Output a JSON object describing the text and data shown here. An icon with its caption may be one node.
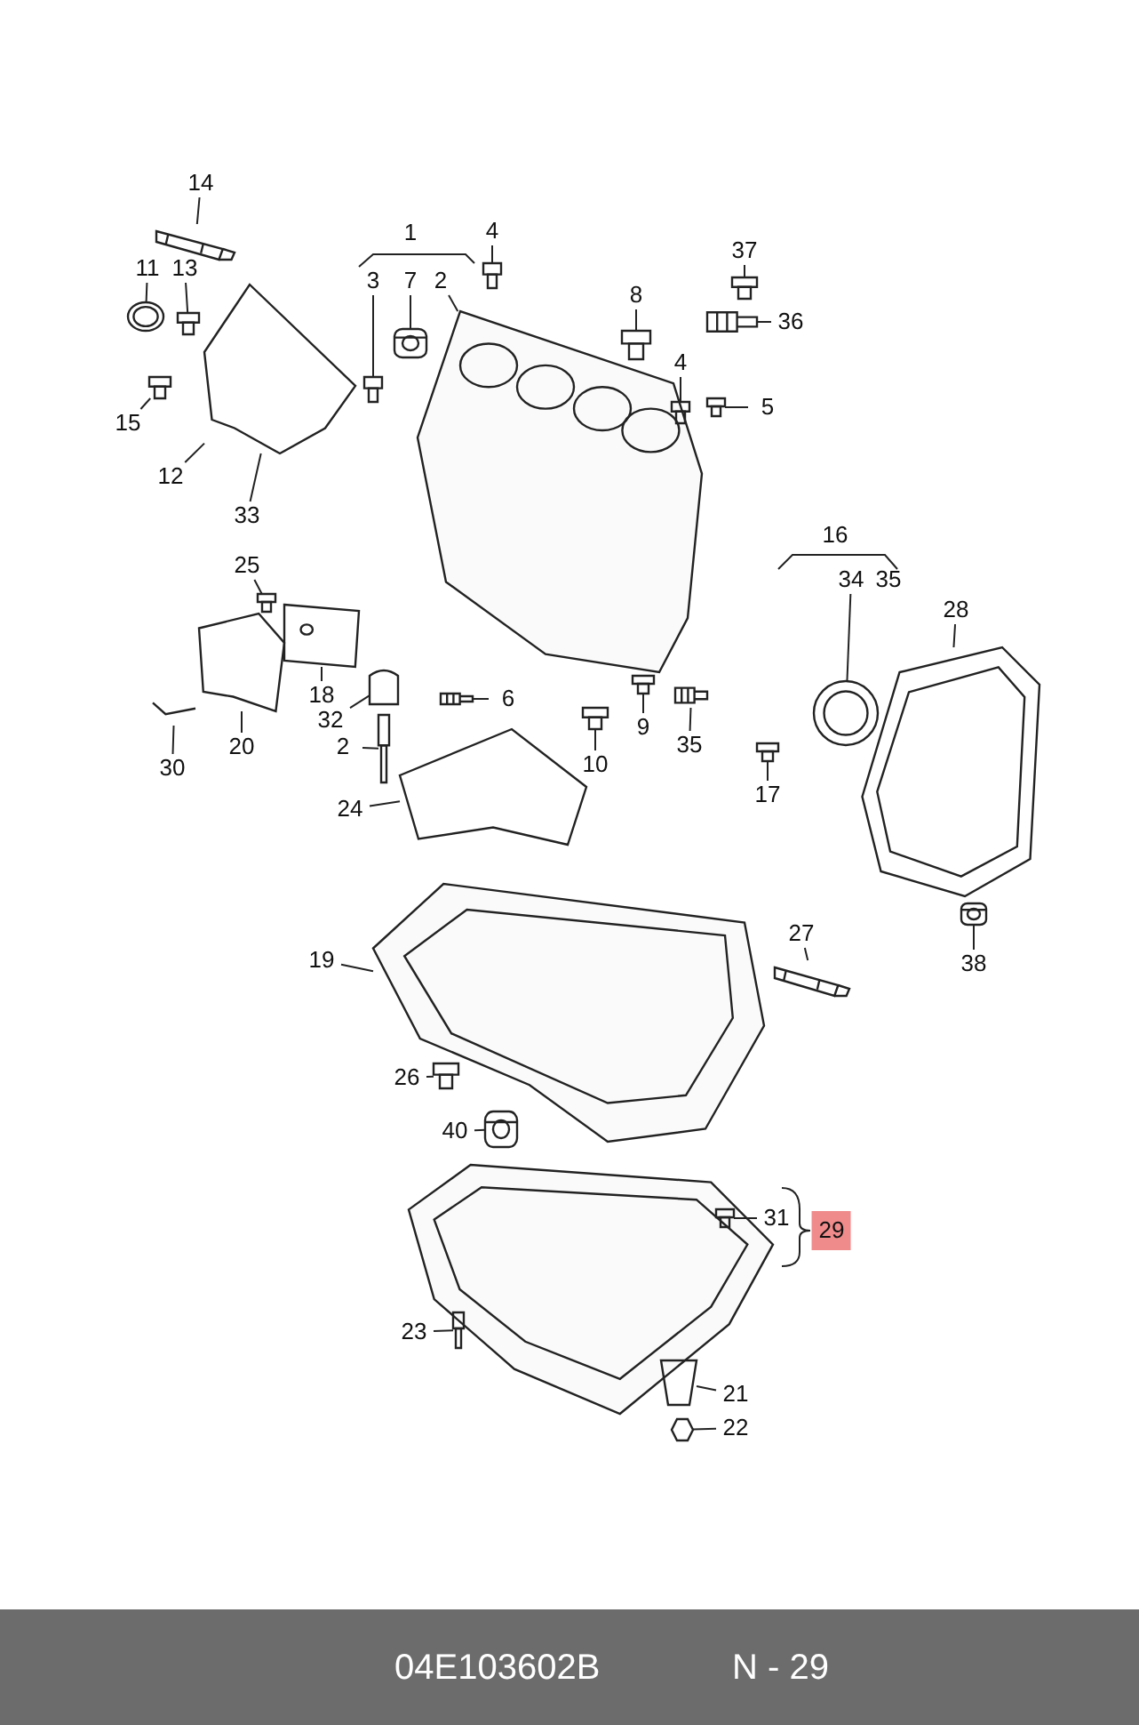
{
  "diagram": {
    "nodes": [
      {
        "text": [
          "14"
        ]
      },
      {
        "text": [
          "4"
        ]
      },
      {
        "text": [
          "3"
        ]
      },
      {
        "text": [
          "7"
        ]
      },
      {
        "text": [
          "2"
        ]
      },
      {
        "text": [
          "11"
        ]
      },
      {
        "text": [
          "13"
        ]
      },
      {
        "text": [
          "37"
        ]
      },
      {
        "text": [
          "8"
        ]
      },
      {
        "text": [
          "36"
        ]
      },
      {
        "text": [
          "4"
        ]
      },
      {
        "text": [
          "5"
        ]
      },
      {
        "text": [
          "15"
        ]
      },
      {
        "text": [
          "12"
        ]
      },
      {
        "text": [
          "33"
        ]
      },
      {
        "text": [
          "34"
        ]
      },
      {
        "text": [
          "28"
        ]
      },
      {
        "text": [
          "25"
        ]
      },
      {
        "text": [
          "18"
        ]
      },
      {
        "text": [
          "6"
        ]
      },
      {
        "text": [
          "32"
        ]
      },
      {
        "text": [
          "9"
        ]
      },
      {
        "text": [
          "35"
        ]
      },
      {
        "text": [
          "2"
        ]
      },
      {
        "text": [
          "20"
        ]
      },
      {
        "text": [
          "30"
        ]
      },
      {
        "text": [
          "10"
        ]
      },
      {
        "text": [
          "17"
        ]
      },
      {
        "text": [
          "24"
        ]
      },
      {
        "text": [
          "38"
        ]
      },
      {
        "text": [
          "19"
        ]
      },
      {
        "text": [
          "27"
        ]
      },
      {
        "text": [
          "26"
        ]
      },
      {
        "text": [
          "40"
        ]
      },
      {
        "text": [
          "31"
        ]
      },
      {
        "text": [
          "23"
        ]
      },
      {
        "text": [
          "21"
        ]
      },
      {
        "text": [
          "22"
        ]
      },
      {
        "text": [],
        "shape": "picture"
      },
      {
        "text": [],
        "shape": "picture"
      },
      {
        "text": [],
        "shape": "picture"
      },
      {
        "text": [],
        "shape": "picture"
      },
      {
        "text": [],
        "shape": "picture"
      },
      {
        "text": [],
        "shape": "picture"
      },
      {
        "text": [],
        "shape": "picture"
      },
      {
        "text": [],
        "shape": "picture"
      },
      {
        "text": [],
        "shape": "picture",
        "in": 42
      },
      {
        "text": [],
        "shape": "picture"
      },
      {
        "text": [],
        "shape": "picture",
        "in": 42
      },
      {
        "text": [],
        "shape": "picture"
      },
      {
        "text": [],
        "shape": "picture"
      },
      {
        "text": [],
        "shape": "picture"
      },
      {
        "text": [],
        "shape": "picture"
      },
      {
        "text": [],
        "shape": "picture"
      },
      {
        "text": [],
        "shape": "picture"
      },
      {
        "text": [],
        "shape": "picture"
      },
      {
        "text": [],
        "shape": "picture"
      },
      {
        "text": [],
        "shape": "picture"
      },
      {
        "text": [],
        "shape": "picture"
      },
      {
        "text": [],
        "shape": "picture"
      },
      {
        "text": [],
        "shape": "picture"
      },
      {
        "text": [],
        "shape": "picture"
      },
      {
        "text": [],
        "shape": "picture"
      },
      {
        "text": [],
        "shape": "picture"
      },
      {
        "text": [],
        "shape": "picture"
      },
      {
        "text": [],
        "shape": "picture"
      },
      {
        "text": [],
        "shape": "picture"
      },
      {
        "text": [],
        "shape": "picture"
      },
      {
        "text": [],
        "shape": "picture"
      },
      {
        "text": [],
        "shape": "picture",
        "in": 67
      },
      {
        "text": [],
        "shape": "picture",
        "in": 67
      },
      {
        "text": [],
        "shape": "picture"
      },
      {
        "text": [],
        "shape": "picture",
        "in": 71
      },
      {
        "text": [],
        "shape": "picture",
        "in": 71
      },
      {
        "text": [],
        "shape": "picture",
        "in": 71
      },
      {
        "text": [],
        "shape": "picture"
      }
    ],
    "edges": [
      {
        "from": 0,
        "to": 38,
        "arrow": "none"
      },
      {
        "from": 1,
        "to": 39,
        "arrow": "none"
      },
      {
        "from": 2,
        "to": 40,
        "arrow": "none"
      },
      {
        "from": 3,
        "to": 41,
        "arrow": "none"
      },
      {
        "from": 4,
        "to": 42,
        "arrow": "none"
      },
      {
        "from": 5,
        "to": 43,
        "arrow": "none"
      },
      {
        "from": 6,
        "to": 44,
        "arrow": "none"
      },
      {
        "from": 7,
        "to": 45,
        "arrow": "none"
      },
      {
        "from": 8,
        "to": 46,
        "arrow": "none"
      },
      {
        "from": 9,
        "to": 47,
        "arrow": "none"
      },
      {
        "from": 10,
        "to": 48,
        "arrow": "none"
      },
      {
        "from": 11,
        "to": 49,
        "arrow": "none"
      },
      {
        "from": 12,
        "to": 50,
        "arrow": "none"
      },
      {
        "from": 13,
        "to": 51,
        "arrow": "none"
      },
      {
        "from": 14,
        "to": 51,
        "arrow": "none"
      },
      {
        "from": 15,
        "to": 52,
        "arrow": "none"
      },
      {
        "from": 16,
        "to": 53,
        "arrow": "none"
      },
      {
        "from": 17,
        "to": 54,
        "arrow": "none"
      },
      {
        "from": 18,
        "to": 55,
        "arrow": "none"
      },
      {
        "from": 19,
        "to": 56,
        "arrow": "none"
      },
      {
        "from": 20,
        "to": 57,
        "arrow": "none"
      },
      {
        "from": 21,
        "to": 58,
        "arrow": "none"
      },
      {
        "from": 22,
        "to": 59,
        "arrow": "none"
      },
      {
        "from": 23,
        "to": 60,
        "arrow": "none"
      },
      {
        "from": 24,
        "to": 61,
        "arrow": "none"
      },
      {
        "from": 25,
        "to": 62,
        "arrow": "none"
      },
      {
        "from": 26,
        "to": 63,
        "arrow": "none"
      },
      {
        "from": 27,
        "to": 64,
        "arrow": "none"
      },
      {
        "from": 28,
        "to": 65,
        "arrow": "none"
      },
      {
        "from": 29,
        "to": 66,
        "arrow": "none"
      },
      {
        "from": 30,
        "to": 67,
        "arrow": "none"
      },
      {
        "from": 31,
        "to": 68,
        "arrow": "none"
      },
      {
        "from": 32,
        "to": 69,
        "arrow": "none"
      },
      {
        "from": 33,
        "to": 70,
        "arrow": "none"
      },
      {
        "from": 34,
        "to": 72,
        "arrow": "none"
      },
      {
        "from": 35,
        "to": 73,
        "arrow": "none"
      },
      {
        "from": 36,
        "to": 74,
        "arrow": "none"
      },
      {
        "from": 37,
        "to": 75,
        "arrow": "none"
      }
    ],
    "labels": [
      "1",
      "16",
      "35",
      "29",
      "04E103602B",
      "N - 29"
    ]
  }
}
